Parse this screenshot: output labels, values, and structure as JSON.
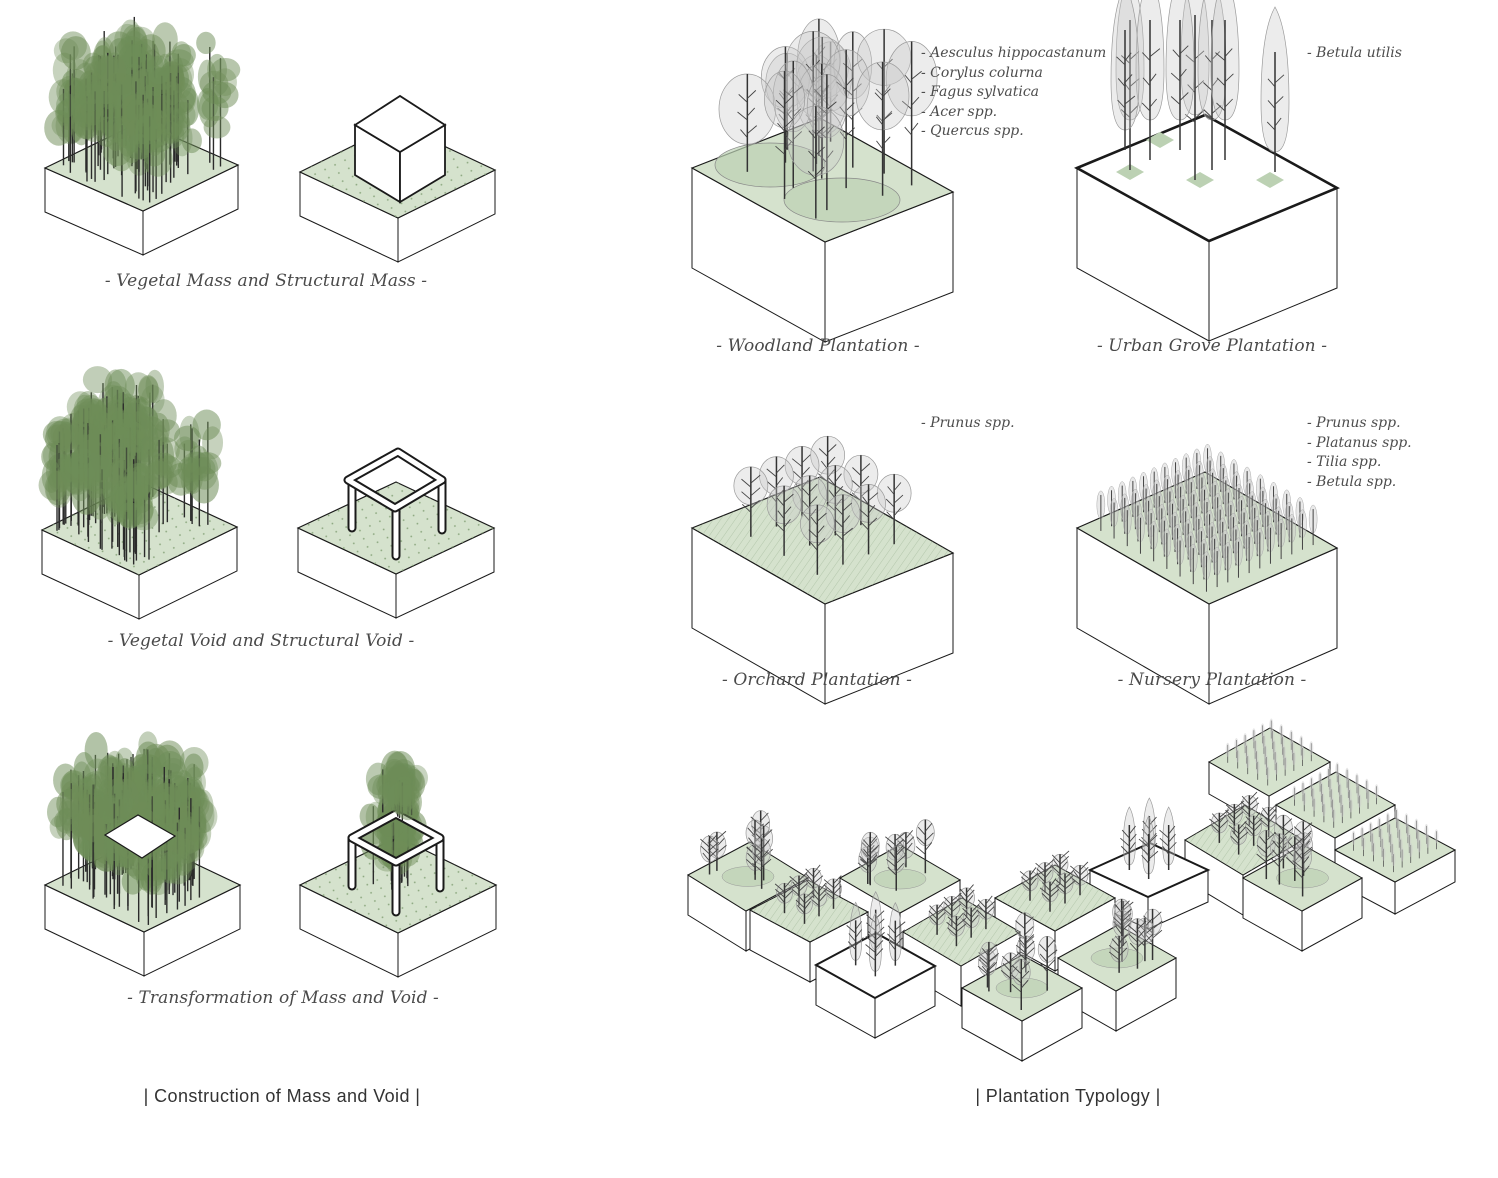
{
  "sections": {
    "left_title": "| Construction of Mass and Void |",
    "right_title": "| Plantation Typology |"
  },
  "captions": {
    "vegetal_mass": "- Vegetal Mass and Structural Mass -",
    "vegetal_void": "- Vegetal Void and Structural Void -",
    "transformation": "- Transformation of Mass and Void -",
    "woodland": "- Woodland Plantation -",
    "urban_grove": "- Urban Grove Plantation -",
    "orchard": "- Orchard Plantation -",
    "nursery": "- Nursery Plantation -"
  },
  "species": {
    "woodland": [
      "- Aesculus hippocastanum",
      "- Corylus colurna",
      "- Fagus sylvatica",
      "- Acer spp.",
      "- Quercus spp."
    ],
    "urban_grove": [
      "- Betula utilis"
    ],
    "orchard": [
      "- Prunus spp."
    ],
    "nursery": [
      "- Prunus spp.",
      "- Platanus spp.",
      "- Tilia spp.",
      "- Betula spp."
    ]
  },
  "colors": {
    "ground": "#d5e2cd",
    "ground_dark": "#bcd1b3",
    "foliage": "#6e8d58",
    "crown": "#c9c9c9",
    "line": "#1a1a1a"
  }
}
